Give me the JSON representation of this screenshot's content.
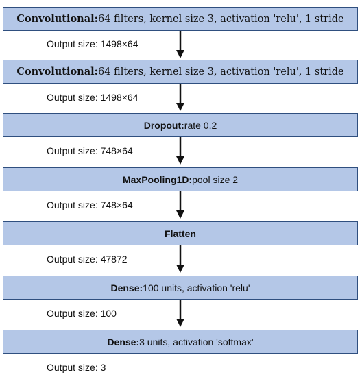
{
  "colors": {
    "box_fill": "#b4c7e7",
    "box_border": "#2f4f7f",
    "arrow": "#111111"
  },
  "layers": [
    {
      "name": "Convolutional:",
      "desc": " 64 filters, kernel size 3, activation 'relu', 1 stride",
      "output": "Output size: 1498×64"
    },
    {
      "name": "Convolutional:",
      "desc": " 64 filters, kernel size 3, activation 'relu', 1 stride",
      "output": "Output size: 1498×64"
    },
    {
      "name": "Dropout:",
      "desc": " rate 0.2",
      "output": "Output size: 748×64"
    },
    {
      "name": "MaxPooling1D:",
      "desc": " pool size 2",
      "output": "Output size: 748×64"
    },
    {
      "name": "Flatten",
      "desc": "",
      "output": "Output size: 47872"
    },
    {
      "name": "Dense:",
      "desc": " 100 units, activation 'relu'",
      "output": "Output size: 100"
    },
    {
      "name": "Dense:",
      "desc": " 3 units, activation 'softmax'",
      "output": "Output size: 3"
    }
  ]
}
